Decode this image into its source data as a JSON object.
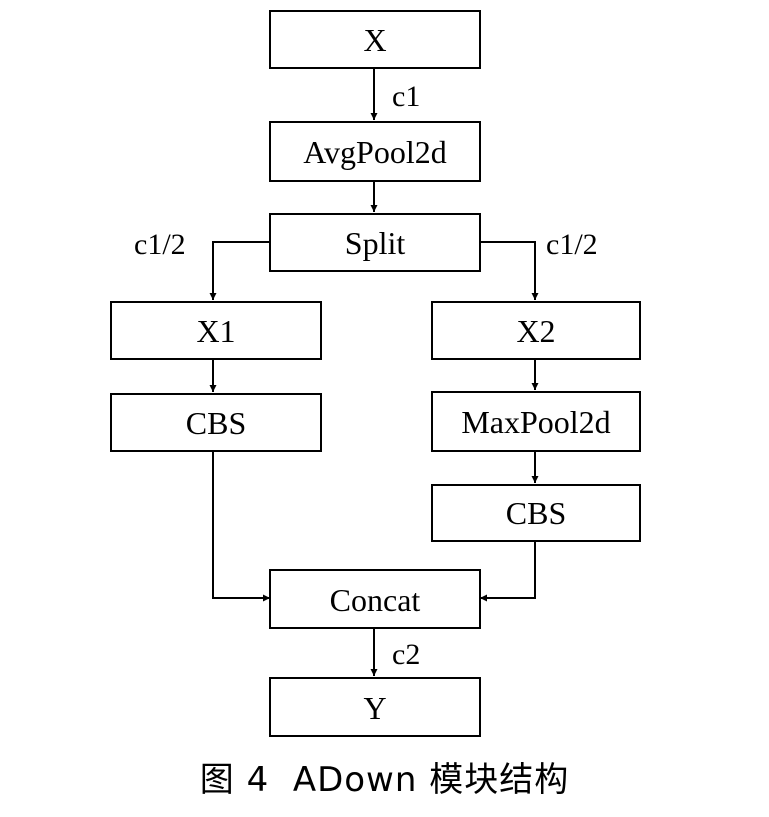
{
  "nodes": {
    "x": "X",
    "avgpool": "AvgPool2d",
    "split": "Split",
    "x1": "X1",
    "x2": "X2",
    "cbs_left": "CBS",
    "maxpool": "MaxPool2d",
    "cbs_right": "CBS",
    "concat": "Concat",
    "y": "Y"
  },
  "edge_labels": {
    "x_to_avgpool": "c1",
    "split_left": "c1/2",
    "split_right": "c1/2",
    "concat_to_y": "c2"
  },
  "caption": "图 4  ADown 模块结构"
}
